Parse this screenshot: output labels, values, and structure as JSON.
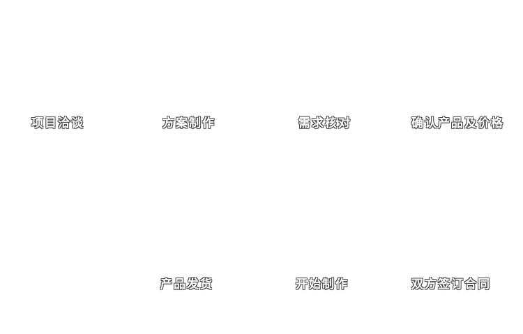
{
  "diagram": {
    "type": "process-flow",
    "direction": "serpentine-top-left-to-bottom-left",
    "text_color": "#ffffff",
    "outline_color": "#4a4a4a",
    "background_color": "#ffffff",
    "steps": {
      "top_row": [
        {
          "order": 1,
          "label": "项目洽谈"
        },
        {
          "order": 2,
          "label": "方案制作"
        },
        {
          "order": 3,
          "label": "需求核对"
        },
        {
          "order": 4,
          "label": "确认产品及价格"
        }
      ],
      "bottom_row": [
        {
          "order": 5,
          "label": "双方签订合同"
        },
        {
          "order": 6,
          "label": "开始制作"
        },
        {
          "order": 7,
          "label": "产品发货"
        }
      ]
    }
  }
}
